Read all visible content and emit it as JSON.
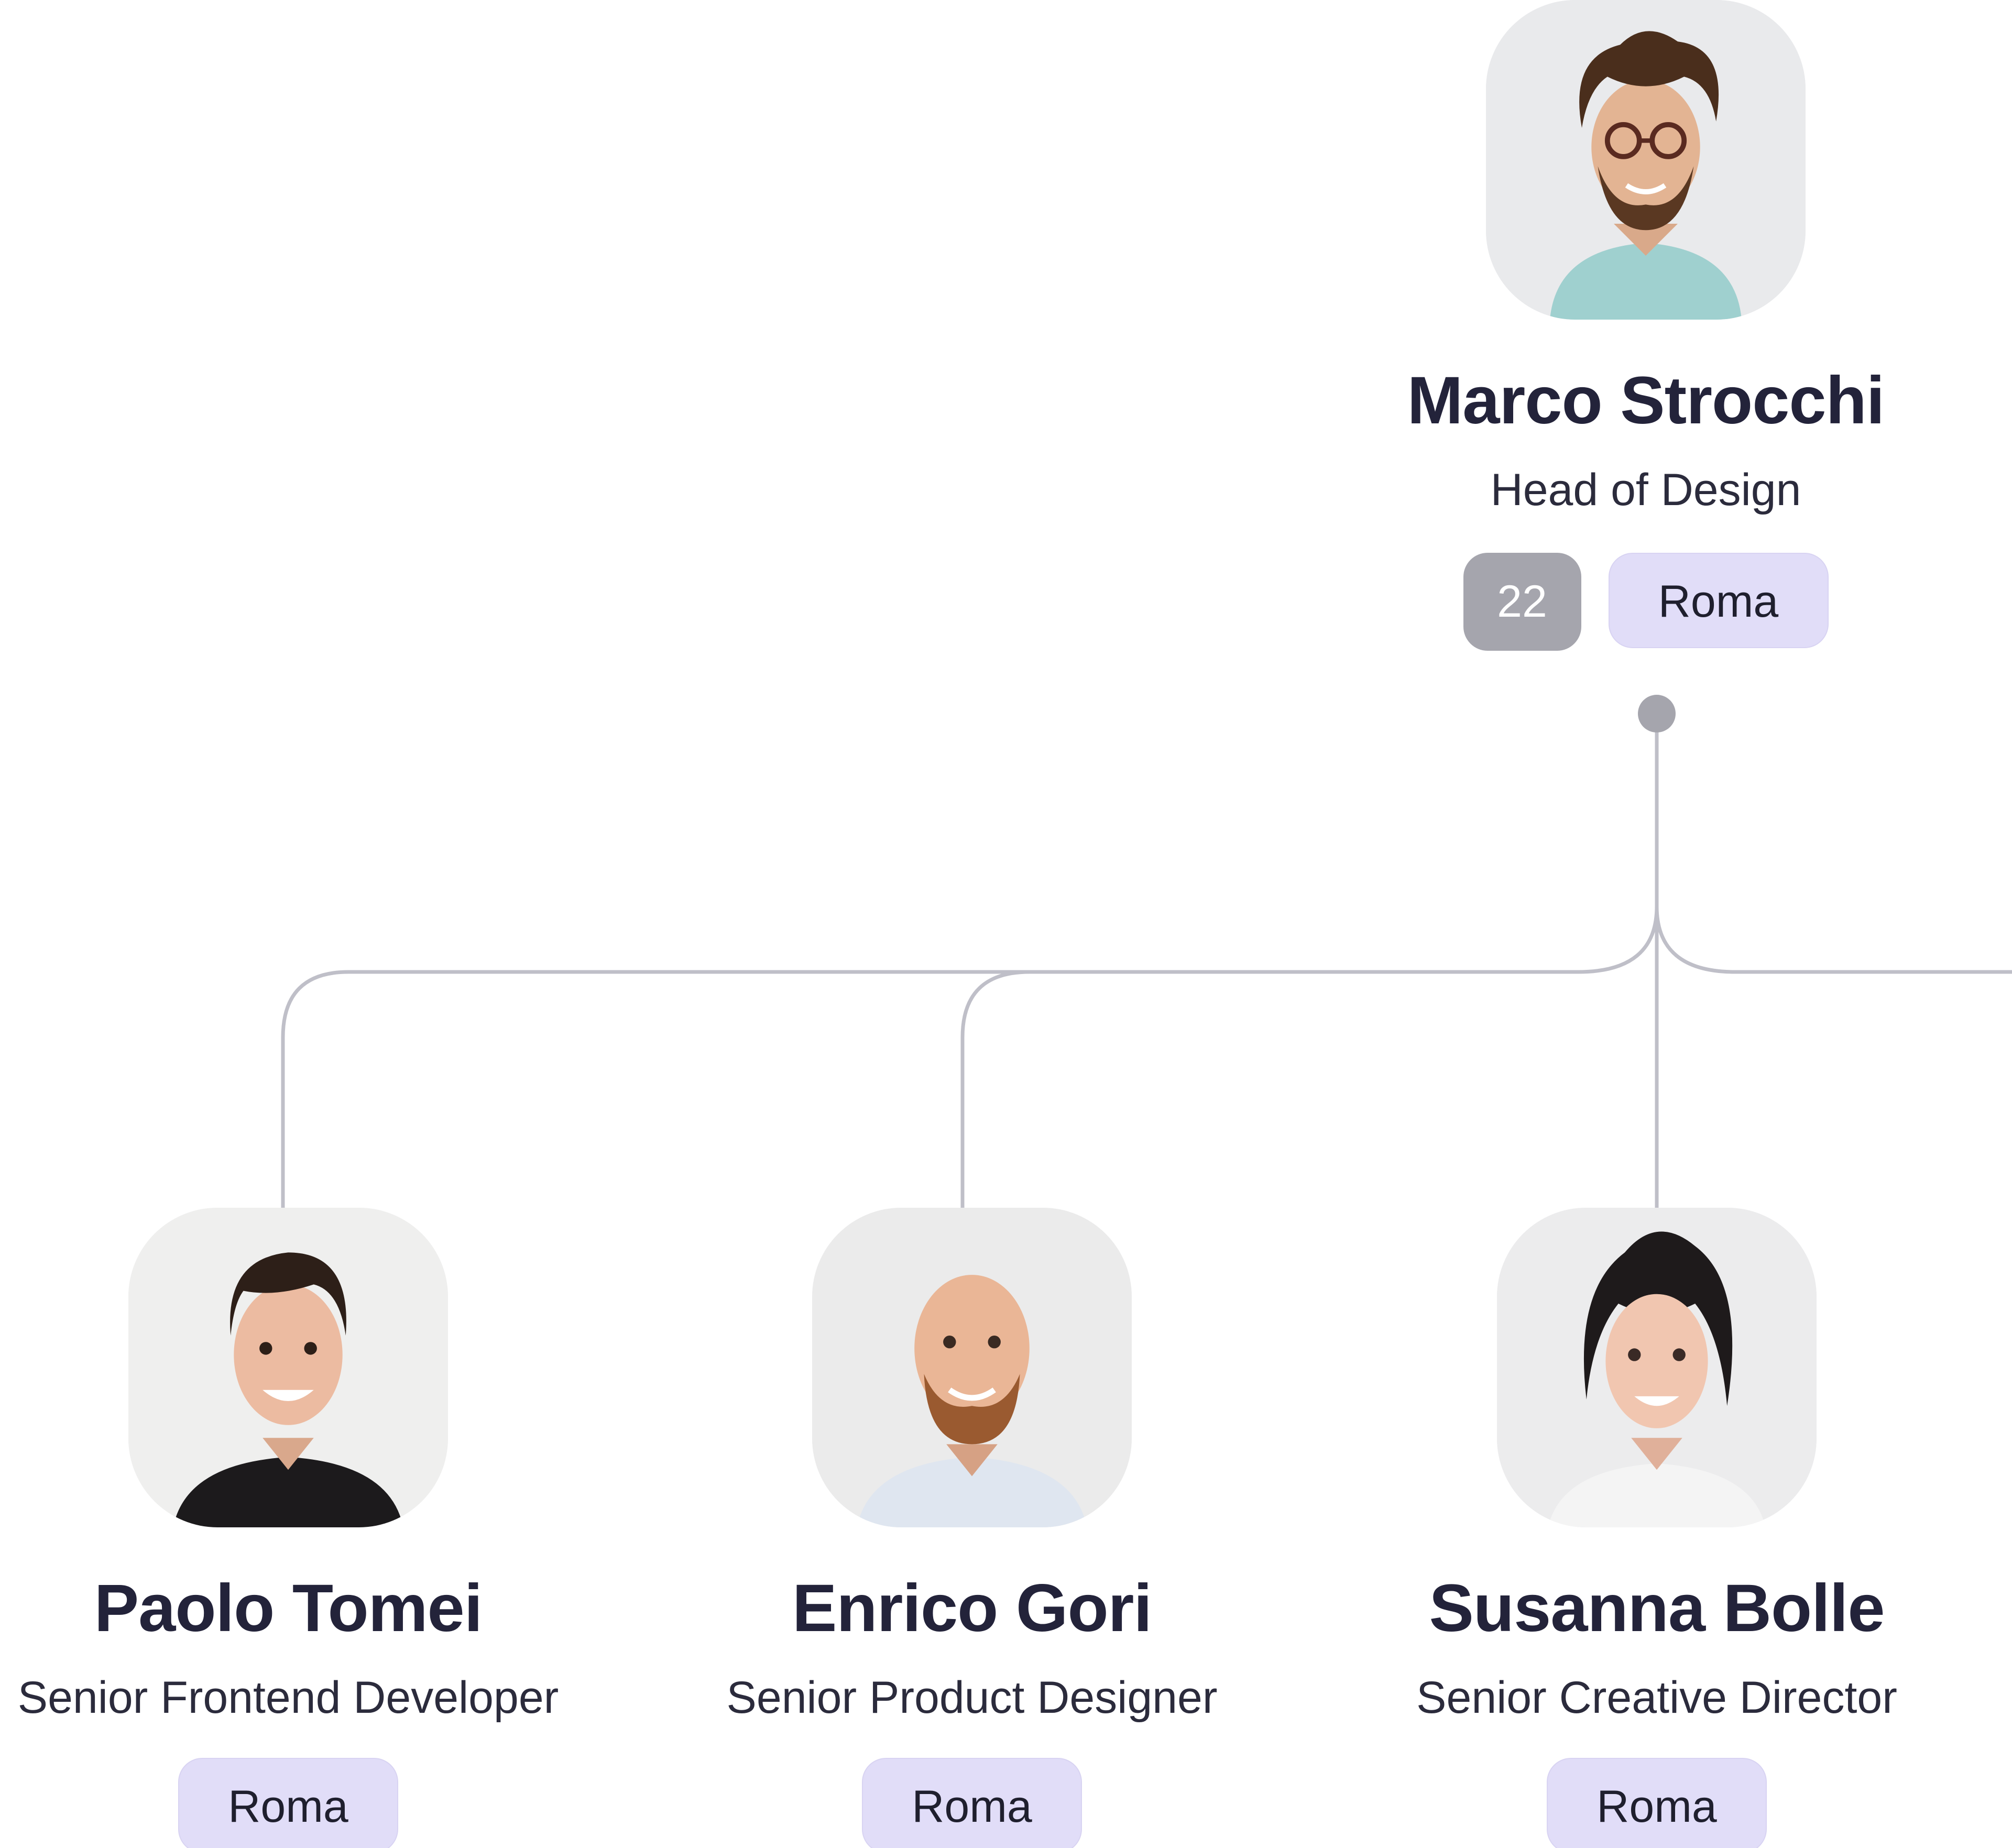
{
  "head": {
    "name": "Marco Strocchi",
    "role": "Head of Design",
    "reports_count": "22",
    "location": "Roma"
  },
  "reports": [
    {
      "name": "Paolo Tomei",
      "role": "Senior Frontend Developer",
      "location": "Roma"
    },
    {
      "name": "Enrico Gori",
      "role": "Senior Product Designer",
      "location": "Roma"
    },
    {
      "name": "Susanna Bolle",
      "role": "Senior Creative Director",
      "location": "Roma"
    }
  ],
  "colors": {
    "connector": "#bfbfc8",
    "count_badge": "#a5a5ad",
    "location_badge": "#e1ddf8",
    "name_text": "#23233a"
  }
}
